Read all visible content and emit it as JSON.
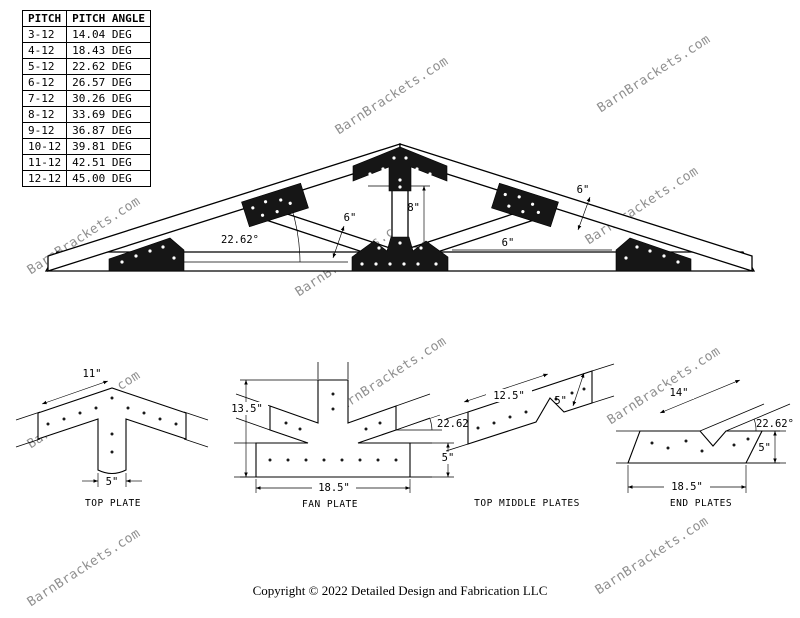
{
  "watermark": {
    "text": "BarnBrackets.com"
  },
  "pitch_table": {
    "headers": [
      "PITCH",
      "PITCH ANGLE"
    ],
    "rows": [
      [
        "3-12",
        "14.04 DEG"
      ],
      [
        "4-12",
        "18.43 DEG"
      ],
      [
        "5-12",
        "22.62 DEG"
      ],
      [
        "6-12",
        "26.57 DEG"
      ],
      [
        "7-12",
        "30.26 DEG"
      ],
      [
        "8-12",
        "33.69 DEG"
      ],
      [
        "9-12",
        "36.87 DEG"
      ],
      [
        "10-12",
        "39.81 DEG"
      ],
      [
        "11-12",
        "42.51 DEG"
      ],
      [
        "12-12",
        "45.00 DEG"
      ]
    ]
  },
  "truss": {
    "heel_angle": "22.62°",
    "king_post_dim": "8\"",
    "left_strut_dim": "6\"",
    "right_rafter_dim": "6\"",
    "bottom_right_dim": "6\""
  },
  "details": {
    "top_plate": {
      "name": "TOP PLATE",
      "dim_length": "11\"",
      "dim_leg_width": "5\""
    },
    "fan_plate": {
      "name": "FAN PLATE",
      "dim_height": "13.5\"",
      "dim_length": "18.5\"",
      "dim_angle": "22.62°",
      "dim_band": "5\""
    },
    "top_middle_plates": {
      "name": "TOP MIDDLE PLATES",
      "dim_length": "12.5\"",
      "dim_width": "5\""
    },
    "end_plates": {
      "name": "END PLATES",
      "dim_top": "14\"",
      "dim_length": "18.5\"",
      "dim_angle": "22.62°",
      "dim_band": "5\""
    }
  },
  "footer": {
    "copyright": "Copyright © 2022 Detailed Design and Fabrication LLC"
  }
}
